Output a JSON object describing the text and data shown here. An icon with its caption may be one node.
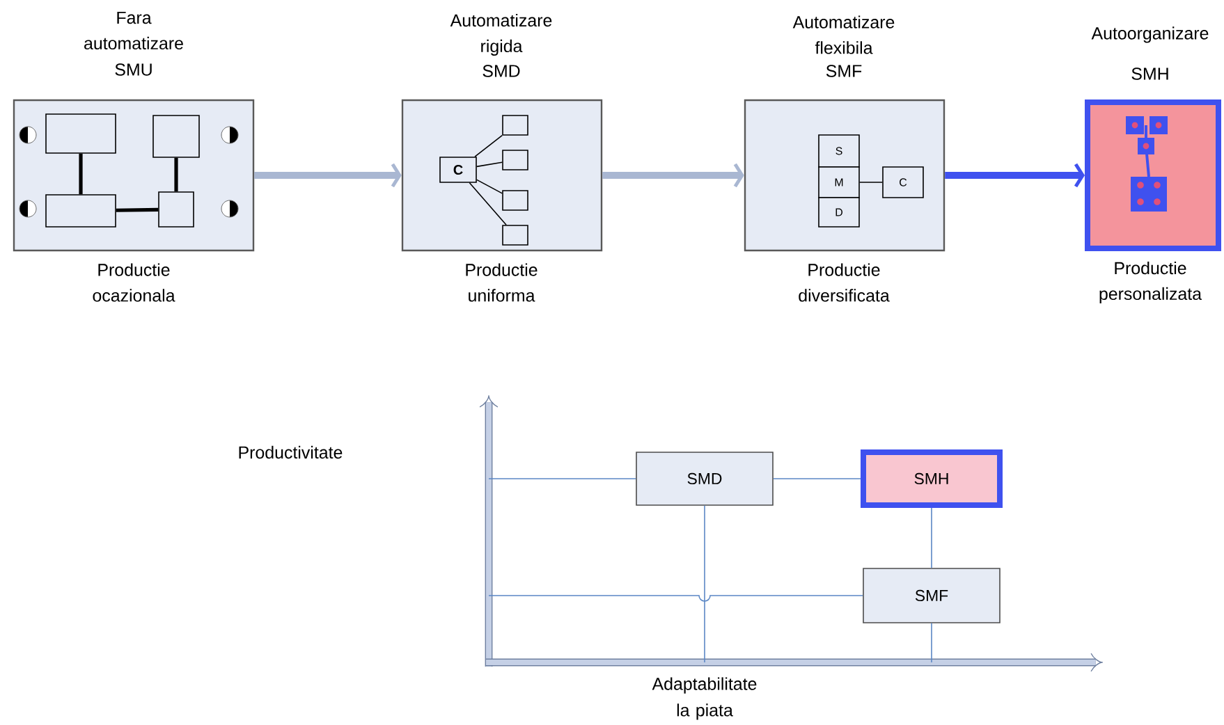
{
  "diagram": {
    "nodes": [
      {
        "text": [
          "Fara automatizare",
          "SMU"
        ],
        "beside": [
          "Productie ocazionala"
        ]
      },
      {
        "text": [],
        "shape": "box",
        "in": 0
      },
      {
        "text": [],
        "shape": "box",
        "in": 0
      },
      {
        "text": [],
        "shape": "box",
        "in": 0
      },
      {
        "text": [],
        "shape": "box",
        "in": 0
      },
      {
        "text": [
          "Automatizare rigida",
          "SMD"
        ],
        "beside": [
          "Productie uniforma"
        ]
      },
      {
        "text": [
          "C"
        ],
        "in": 5
      },
      {
        "text": [],
        "shape": "box",
        "in": 5
      },
      {
        "text": [],
        "shape": "box",
        "in": 5
      },
      {
        "text": [],
        "shape": "box",
        "in": 5
      },
      {
        "text": [],
        "shape": "box",
        "in": 5
      },
      {
        "text": [
          "Automatizare flexibila",
          "SMF"
        ],
        "beside": [
          "Productie diversificata"
        ]
      },
      {
        "text": [
          "S"
        ],
        "in": 11
      },
      {
        "text": [
          "M"
        ],
        "in": 11
      },
      {
        "text": [
          "D"
        ],
        "in": 11
      },
      {
        "text": [
          "C"
        ],
        "in": 11
      },
      {
        "text": [
          "Autoorganizare",
          "SMH"
        ],
        "beside": [
          "Productie personalizata"
        ]
      },
      {
        "text": [
          "SMD"
        ]
      },
      {
        "text": [
          "SMH"
        ]
      },
      {
        "text": [
          "SMF"
        ]
      }
    ],
    "edges": [
      {
        "from": 1,
        "to": 3,
        "arrow": "none",
        "style": "thick"
      },
      {
        "from": 2,
        "to": 4,
        "arrow": "none",
        "style": "thick"
      },
      {
        "from": 3,
        "to": 4,
        "arrow": "none",
        "style": "thick"
      },
      {
        "from": 6,
        "to": 7,
        "arrow": "none"
      },
      {
        "from": 6,
        "to": 8,
        "arrow": "none"
      },
      {
        "from": 6,
        "to": 9,
        "arrow": "none"
      },
      {
        "from": 6,
        "to": 10,
        "arrow": "none"
      },
      {
        "from": 13,
        "to": 15,
        "arrow": "none"
      },
      {
        "from": 0,
        "to": 5,
        "arrow": "to",
        "style": "thick",
        "color": "#a9b7d2"
      },
      {
        "from": 5,
        "to": 11,
        "arrow": "to",
        "style": "thick",
        "color": "#a9b7d2"
      },
      {
        "from": 11,
        "to": 16,
        "arrow": "to",
        "style": "thick",
        "color": "#3f51ef"
      },
      {
        "from": null,
        "to": 17,
        "arrow": "none",
        "color": "#5b87c5"
      },
      {
        "from": 17,
        "to": 18,
        "arrow": "none",
        "color": "#5b87c5"
      },
      {
        "from": 17,
        "to": null,
        "arrow": "none",
        "color": "#5b87c5"
      },
      {
        "from": 18,
        "to": 19,
        "arrow": "none",
        "color": "#5b87c5"
      },
      {
        "from": null,
        "to": 19,
        "arrow": "none",
        "color": "#5b87c5"
      },
      {
        "from": 19,
        "to": null,
        "arrow": "none",
        "color": "#5b87c5"
      }
    ],
    "labels": [
      "Productivitate",
      "Adaptabilitate la piata"
    ]
  }
}
